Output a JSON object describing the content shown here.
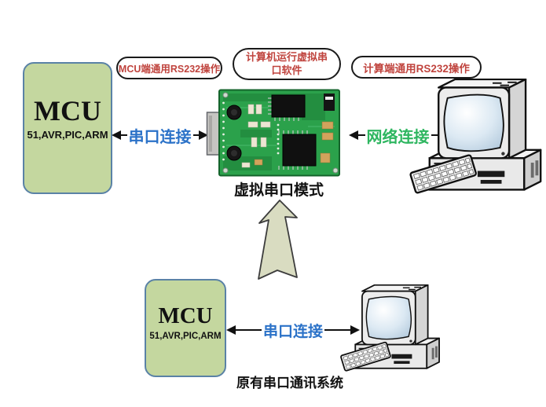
{
  "colors": {
    "mcu_fill": "#c4d79f",
    "mcu_border": "#5a82a6",
    "callout_text": "#c0443e",
    "callout_border": "#1a1a1a",
    "serial_link_text": "#2b72c8",
    "network_link_text": "#2eb660",
    "link_line": "#111111",
    "big_arrow_fill": "#d9dcc1",
    "big_arrow_border": "#3c3c3c",
    "pcb_green": "#2ba14b"
  },
  "virtual_system": {
    "mcu_box": {
      "title": "MCU",
      "subtitle": "51,AVR,PIC,ARM"
    },
    "callouts": {
      "mcu_side": "MCU端通用RS232操作",
      "software": "计算机运行虚拟串口软件",
      "pc_side": "计算端通用RS232操作"
    },
    "links": {
      "serial": "串口连接",
      "network": "网络连接"
    },
    "board_caption": "虚拟串口模式"
  },
  "legacy_system": {
    "mcu_box": {
      "title": "MCU",
      "subtitle": "51,AVR,PIC,ARM"
    },
    "links": {
      "serial": "串口连接"
    },
    "caption": "原有串口通讯系统"
  },
  "icons": {
    "desktop_computer": "crt-desktop-with-keyboard",
    "pcb_board": "green-serial-device-pcb",
    "up_arrow": "block-arrow-up",
    "link_arrowheads": "double-headed-arrow"
  }
}
